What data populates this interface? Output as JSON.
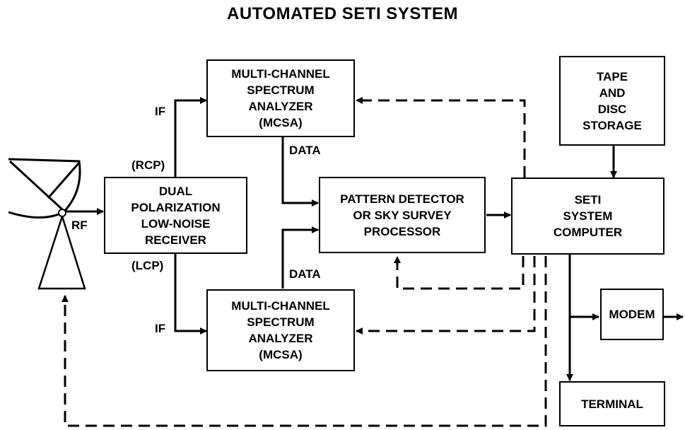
{
  "title": "AUTOMATED SETI SYSTEM",
  "blocks": {
    "mcsa_top": [
      "MULTI-CHANNEL",
      "SPECTRUM",
      "ANALYZER",
      "(MCSA)"
    ],
    "receiver": [
      "DUAL",
      "POLARIZATION",
      "LOW-NOISE",
      "RECEIVER"
    ],
    "pattern_detector": [
      "PATTERN DETECTOR",
      "OR SKY SURVEY",
      "PROCESSOR"
    ],
    "seti_computer": [
      "SETI",
      "SYSTEM",
      "COMPUTER"
    ],
    "storage": [
      "TAPE",
      "AND",
      "DISC",
      "STORAGE"
    ],
    "mcsa_bottom": [
      "MULTI-CHANNEL",
      "SPECTRUM",
      "ANALYZER",
      "(MCSA)"
    ],
    "modem": [
      "MODEM"
    ],
    "terminal": [
      "TERMINAL"
    ]
  },
  "labels": {
    "rf": "RF",
    "if_top": "IF",
    "if_bottom": "IF",
    "rcp": "(RCP)",
    "lcp": "(LCP)",
    "data_top": "DATA",
    "data_bottom": "DATA"
  }
}
